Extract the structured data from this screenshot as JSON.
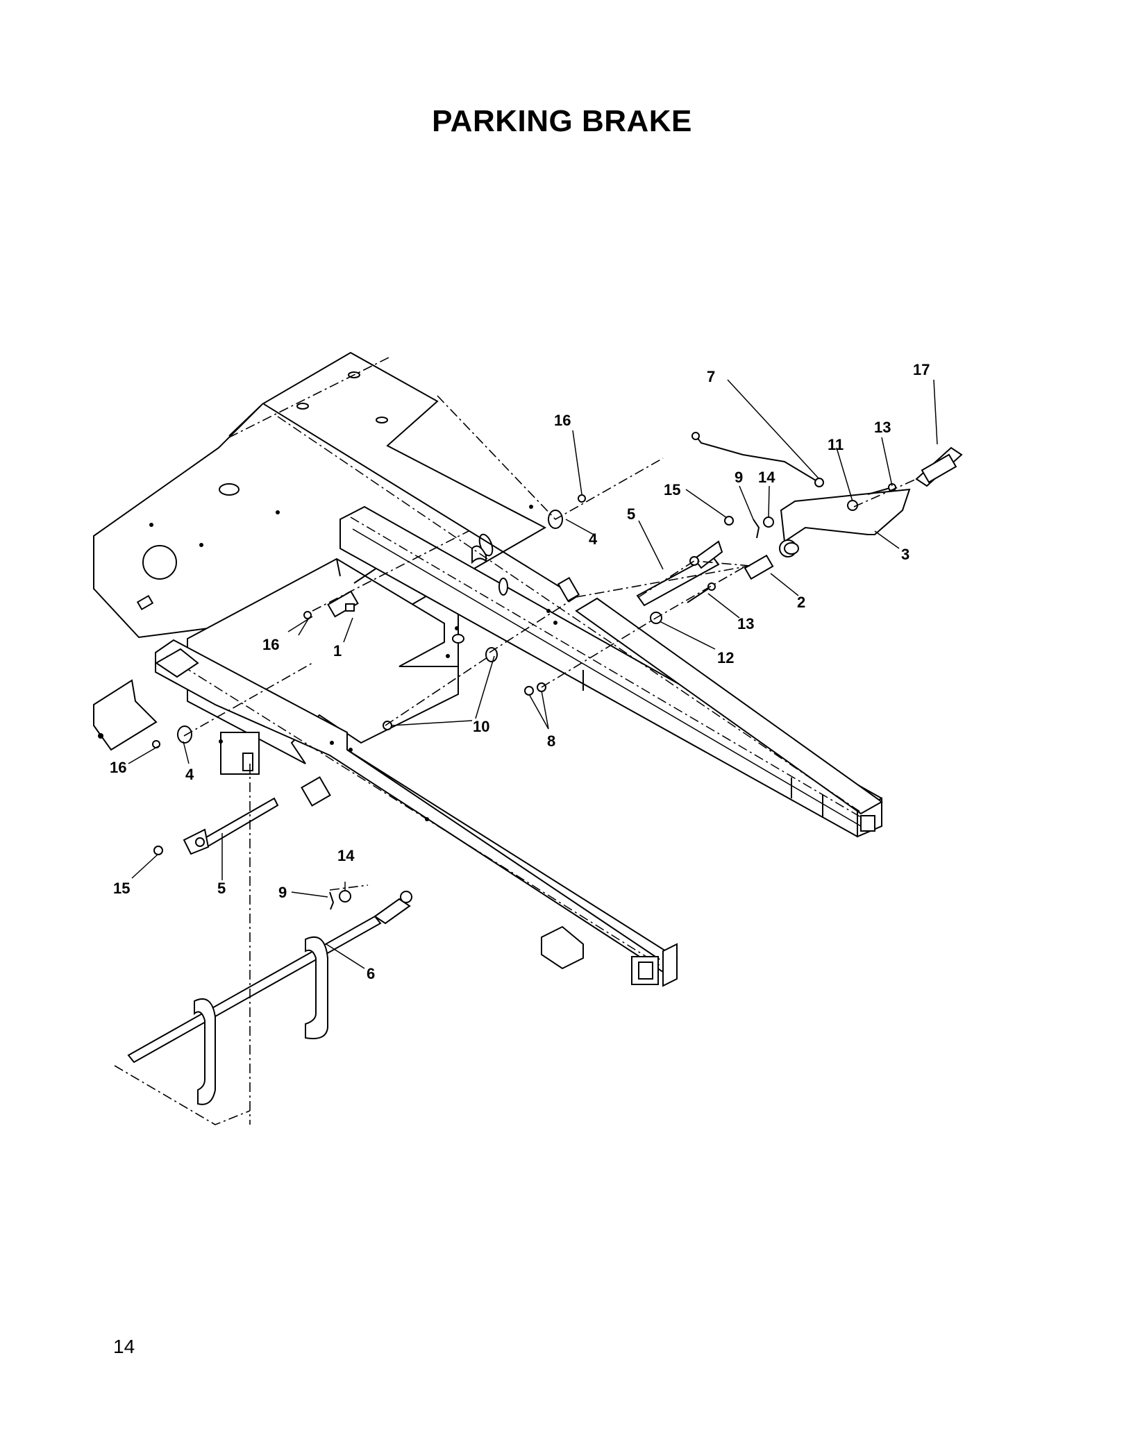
{
  "page": {
    "title": "PARKING BRAKE",
    "page_number": "14"
  },
  "callouts": [
    {
      "label": "1"
    },
    {
      "label": "2"
    },
    {
      "label": "3"
    },
    {
      "label": "4"
    },
    {
      "label": "4"
    },
    {
      "label": "5"
    },
    {
      "label": "5"
    },
    {
      "label": "6"
    },
    {
      "label": "7"
    },
    {
      "label": "8"
    },
    {
      "label": "9"
    },
    {
      "label": "9"
    },
    {
      "label": "10"
    },
    {
      "label": "11"
    },
    {
      "label": "12"
    },
    {
      "label": "13"
    },
    {
      "label": "13"
    },
    {
      "label": "14"
    },
    {
      "label": "14"
    },
    {
      "label": "15"
    },
    {
      "label": "15"
    },
    {
      "label": "16"
    },
    {
      "label": "16"
    },
    {
      "label": "16"
    },
    {
      "label": "17"
    }
  ]
}
